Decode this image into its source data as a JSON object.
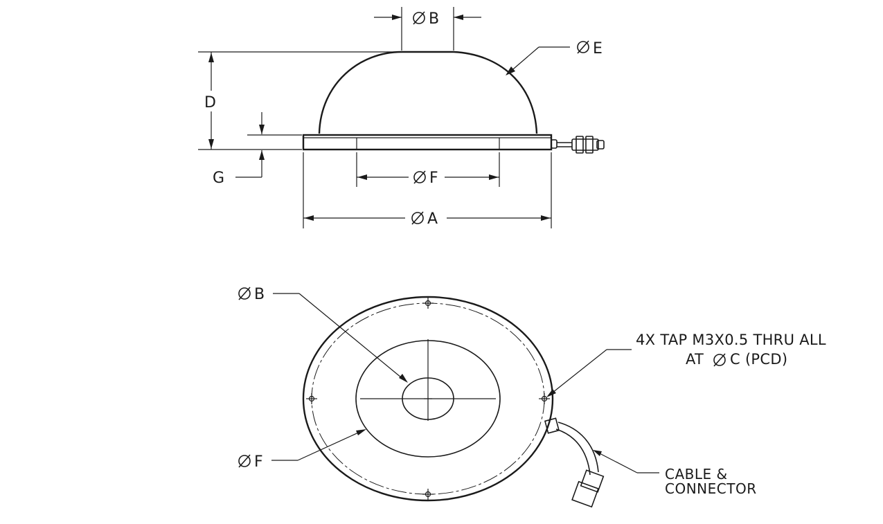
{
  "side_view": {
    "dim_b": "B",
    "dim_e": "E",
    "dim_d": "D",
    "dim_g": "G",
    "dim_f": "F",
    "dim_a": "A"
  },
  "top_view": {
    "dim_b": "B",
    "dim_f": "F",
    "tap_note_line1": "4X TAP M3X0.5 THRU ALL",
    "tap_note_line2_prefix": "AT",
    "tap_note_line2_suffix": "C (PCD)",
    "cable_note_line1": "CABLE &",
    "cable_note_line2": "CONNECTOR"
  }
}
